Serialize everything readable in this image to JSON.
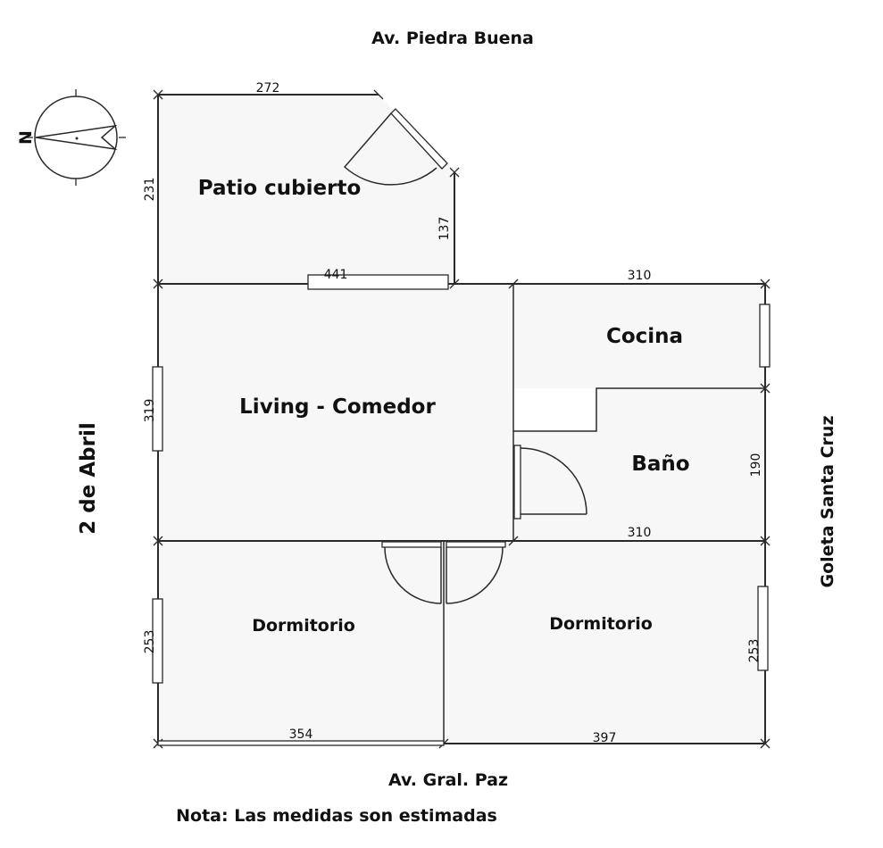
{
  "streets": {
    "top": "Av. Piedra Buena",
    "bottom": "Av. Gral. Paz",
    "left": "2 de Abril",
    "right": "Goleta Santa Cruz"
  },
  "rooms": {
    "patio": "Patio cubierto",
    "living": "Living - Comedor",
    "cocina": "Cocina",
    "bano": "Baño",
    "dormitorio_left": "Dormitorio",
    "dormitorio_right": "Dormitorio"
  },
  "dimensions": {
    "patio_top": "272",
    "patio_left": "231",
    "patio_right": "137",
    "living_top": "441",
    "living_left": "319",
    "cocina_top": "310",
    "bano_right": "190",
    "bano_bottom": "310",
    "dorm_left_side": "253",
    "dorm_right_side": "253",
    "dorm_left_bottom": "354",
    "dorm_right_bottom": "397"
  },
  "compass": {
    "label": "N"
  },
  "note": "Nota: Las medidas son estimadas"
}
